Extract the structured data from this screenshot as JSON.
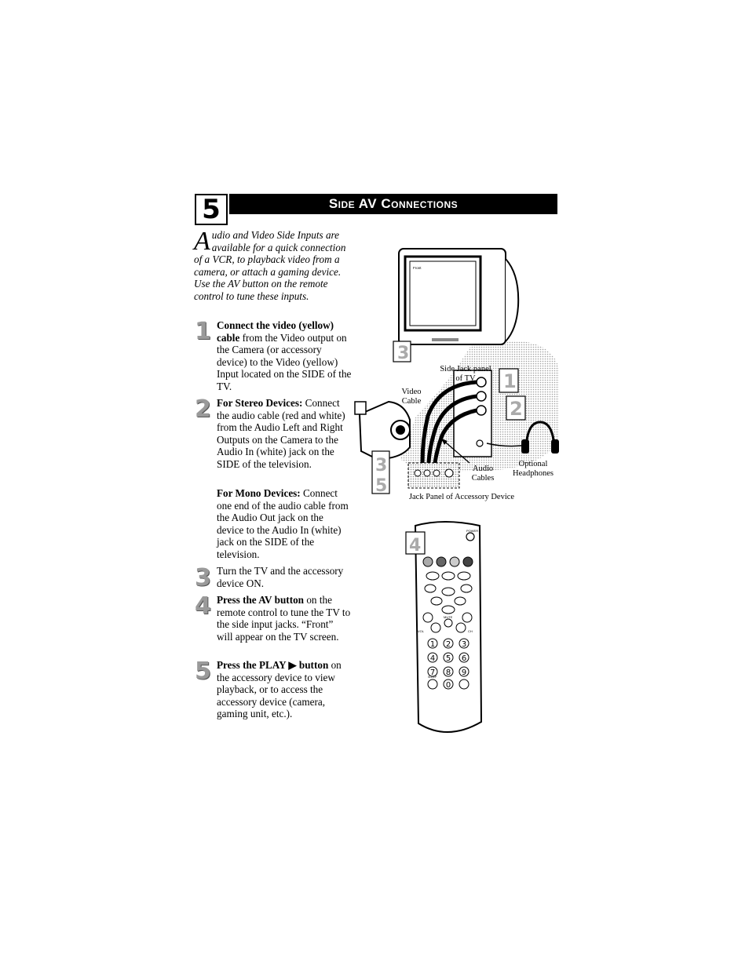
{
  "header": {
    "section_number": "5",
    "title": "Side AV Connections"
  },
  "intro": {
    "dropcap": "A",
    "text": "udio and Video Side Inputs are available for a quick connection of a VCR, to playback video from a camera, or attach a gaming device. Use the AV button on the remote control to tune these inputs."
  },
  "steps": [
    {
      "number": "1",
      "bold": "Connect the video (yellow) cable",
      "text": " from the Video output on the Camera (or accessory device) to the Video (yellow) Input located on the SIDE of the TV."
    },
    {
      "number": "2",
      "bold": "For Stereo Devices:",
      "text": " Connect the audio cable (red and white) from the Audio Left and Right Outputs on the Camera to the Audio In (white) jack on the SIDE of the television."
    },
    {
      "number": "",
      "bold": "For Mono Devices:",
      "text": " Connect one end of the audio cable from the Audio Out jack on the device to the Audio In (white) jack on the SIDE of the television."
    },
    {
      "number": "3",
      "bold": "",
      "text": "Turn the TV and the accessory device ON."
    },
    {
      "number": "4",
      "bold": "Press the AV button",
      "text": " on the remote control to tune the TV to the side input jacks. “Front” will appear on the TV screen."
    },
    {
      "number": "5",
      "bold": "Press the PLAY ▶ button",
      "text": " on the accessory device to view playback, or to access the accessory device (camera, gaming unit, etc.)."
    }
  ],
  "diagram": {
    "tv_screen_text": "Front",
    "side_jack_label": "Side Jack panel of TV",
    "video_cable_label": "Video Cable",
    "audio_cables_label": "Audio Cables",
    "headphones_label": "Optional Headphones",
    "jack_panel_label": "Jack Panel of Accessory Device",
    "callouts": [
      "3",
      "1",
      "2",
      "3",
      "5"
    ],
    "remote_callout": "4"
  },
  "remote": {
    "power_label": "POWER",
    "keys": [
      "1",
      "2",
      "3",
      "4",
      "5",
      "6",
      "7",
      "8",
      "9",
      "0"
    ],
    "vol_label": "VOL",
    "ch_label": "CH",
    "mute_label": "MUTE",
    "sleep_label": "SLEEP"
  }
}
